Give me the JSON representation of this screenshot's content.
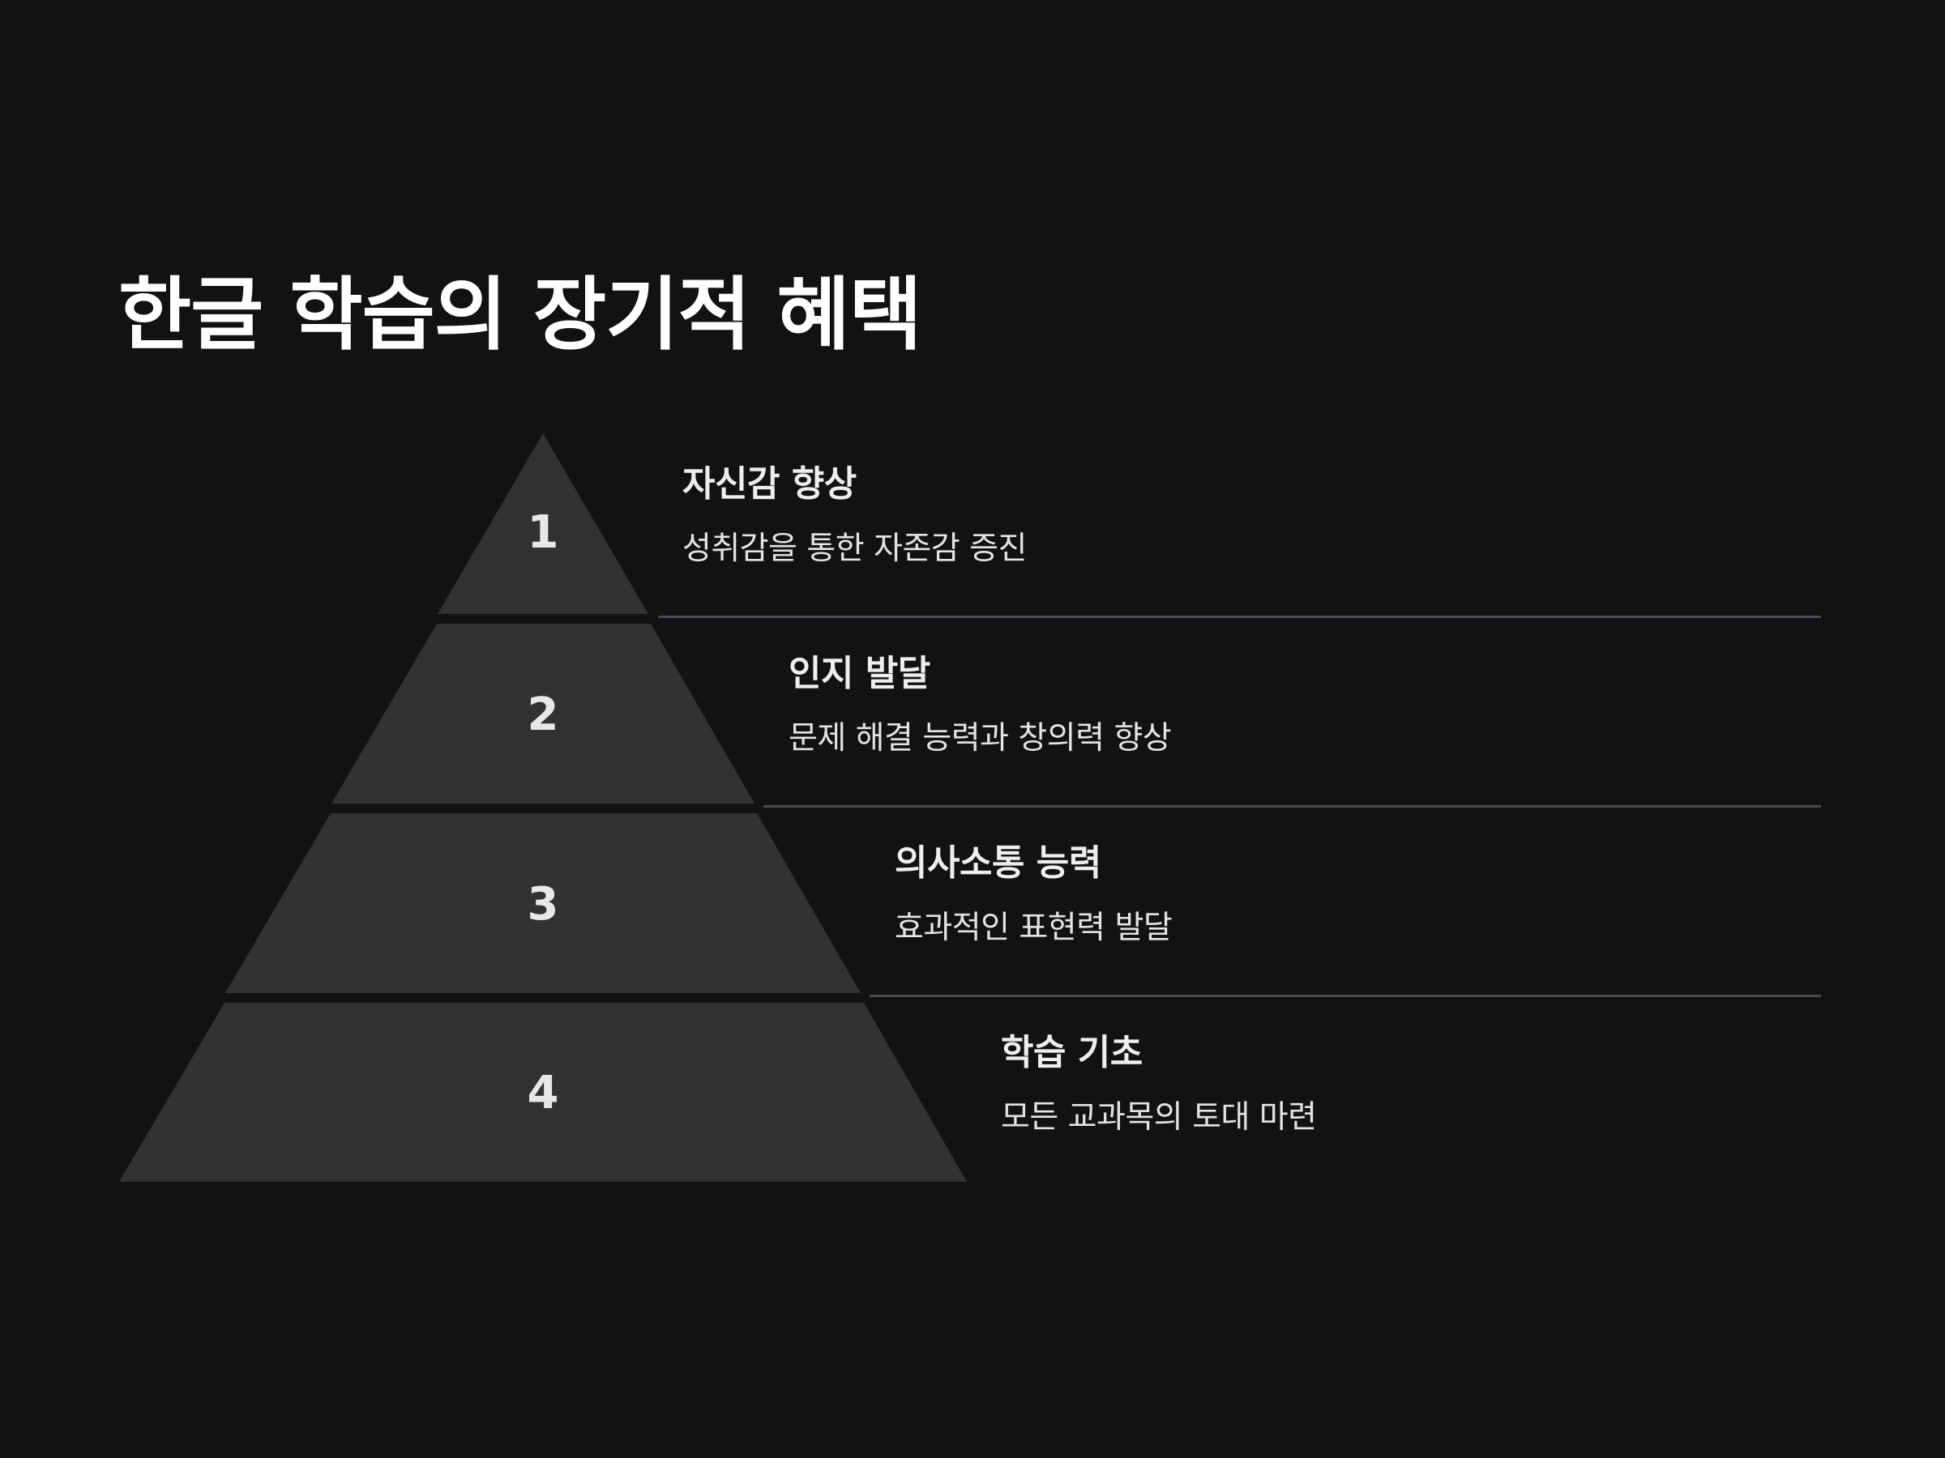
{
  "title": "한글 학습의 장기적 혜택",
  "colors": {
    "background": "#111214",
    "pyramid_fill": "#313234",
    "divider": "#4a4b4e",
    "text": "#eeeeee"
  },
  "levels": [
    {
      "number": "1",
      "title": "자신감 향상",
      "description": "성취감을 통한 자존감 증진"
    },
    {
      "number": "2",
      "title": "인지 발달",
      "description": "문제 해결 능력과 창의력 향상"
    },
    {
      "number": "3",
      "title": "의사소통 능력",
      "description": "효과적인 표현력 발달"
    },
    {
      "number": "4",
      "title": "학습 기초",
      "description": "모든 교과목의 토대 마련"
    }
  ]
}
